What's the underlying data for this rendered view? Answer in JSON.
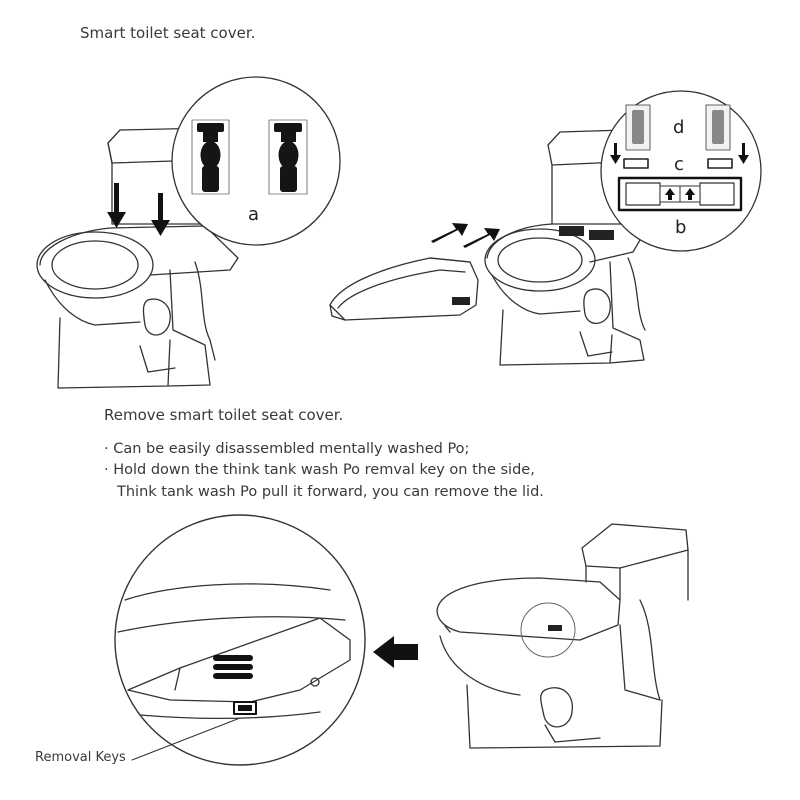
{
  "heading": "Smart toilet seat cover.",
  "subheading": "Remove smart toilet seat cover.",
  "bullets": [
    "· Can be easily disassembled mentally washed Po;",
    "· Hold down the think tank wash Po remval key on the side,",
    "Think tank wash Po pull it forward, you can remove the lid."
  ],
  "callout_labels": {
    "a": "a",
    "b": "b",
    "c": "c",
    "d": "d"
  },
  "removal_label": "Removal Keys"
}
